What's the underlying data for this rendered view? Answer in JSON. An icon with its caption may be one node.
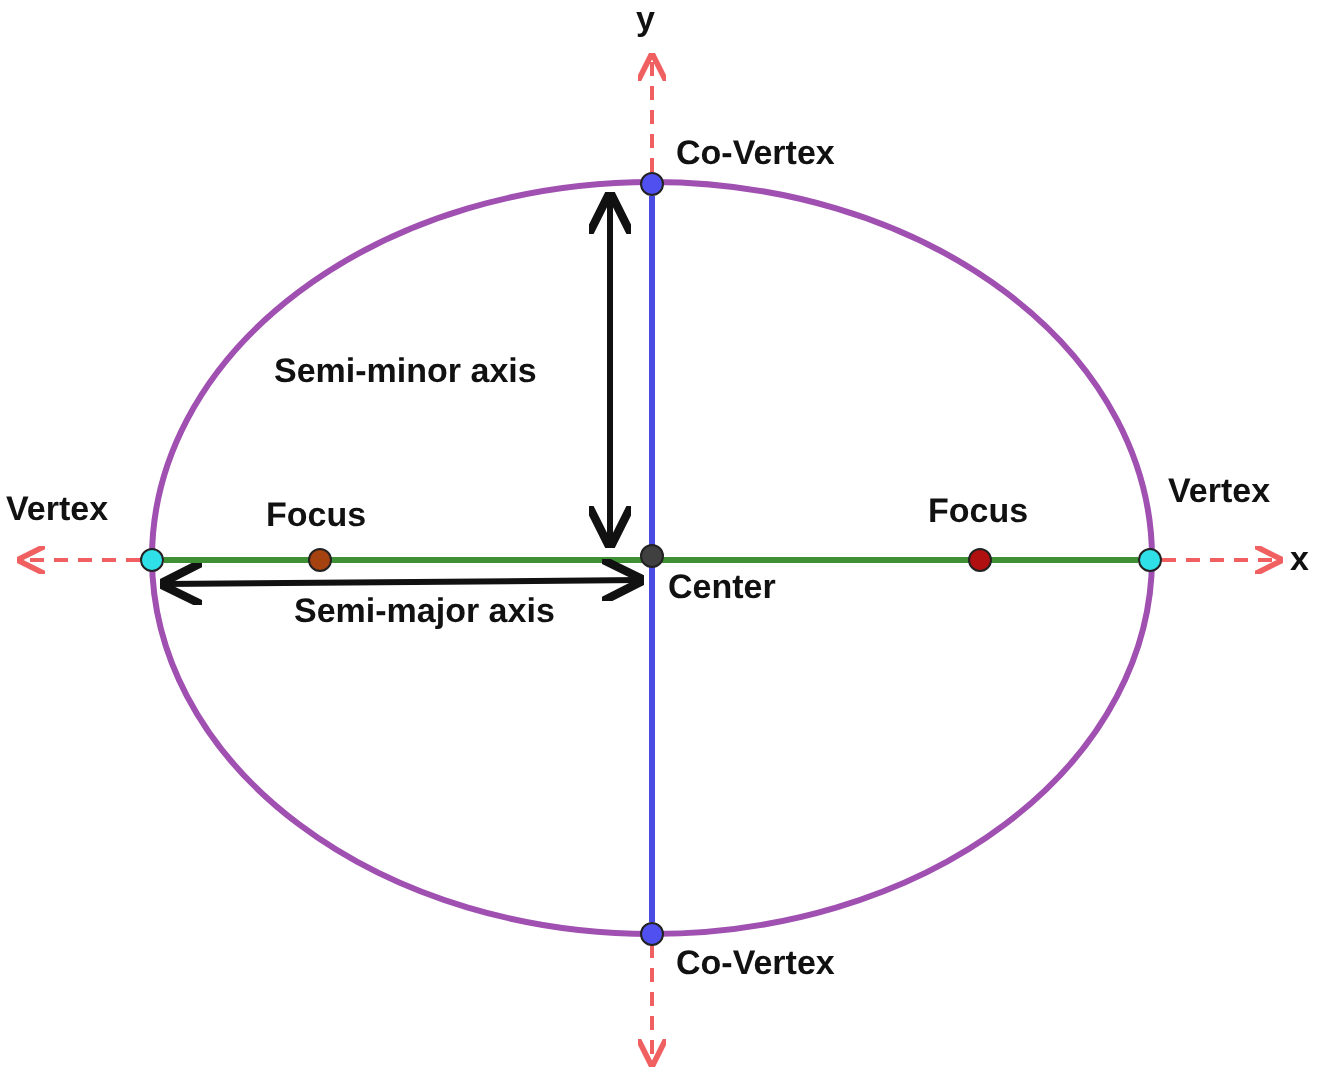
{
  "diagram": {
    "nodes": [
      {
        "text": [],
        "shape": "circle",
        "beside": [
          "Co-Vertex"
        ]
      },
      {
        "text": [],
        "shape": "circle",
        "beside": [
          "Vertex"
        ]
      },
      {
        "text": [],
        "shape": "circle",
        "beside": [
          "Focus"
        ]
      },
      {
        "text": [],
        "shape": "circle",
        "beside": [
          "Focus"
        ]
      },
      {
        "text": [],
        "shape": "circle",
        "beside": [
          "Vertex"
        ]
      },
      {
        "text": [],
        "shape": "circle",
        "beside": [
          "Center"
        ]
      },
      {
        "text": [],
        "shape": "circle",
        "beside": [
          "Co-Vertex"
        ]
      }
    ],
    "edges": [
      {
        "from": 1,
        "to": 4,
        "arrow": "none",
        "color": "#3f8f35"
      },
      {
        "from": 0,
        "to": 6,
        "arrow": "none",
        "color": "#4b4be6"
      },
      {
        "from": 0,
        "to": 5,
        "arrow": "both",
        "label": "Semi-minor axis"
      },
      {
        "from": 1,
        "to": 5,
        "arrow": "both",
        "label": "Semi-major axis"
      }
    ],
    "labels": [
      "y",
      "x"
    ]
  }
}
